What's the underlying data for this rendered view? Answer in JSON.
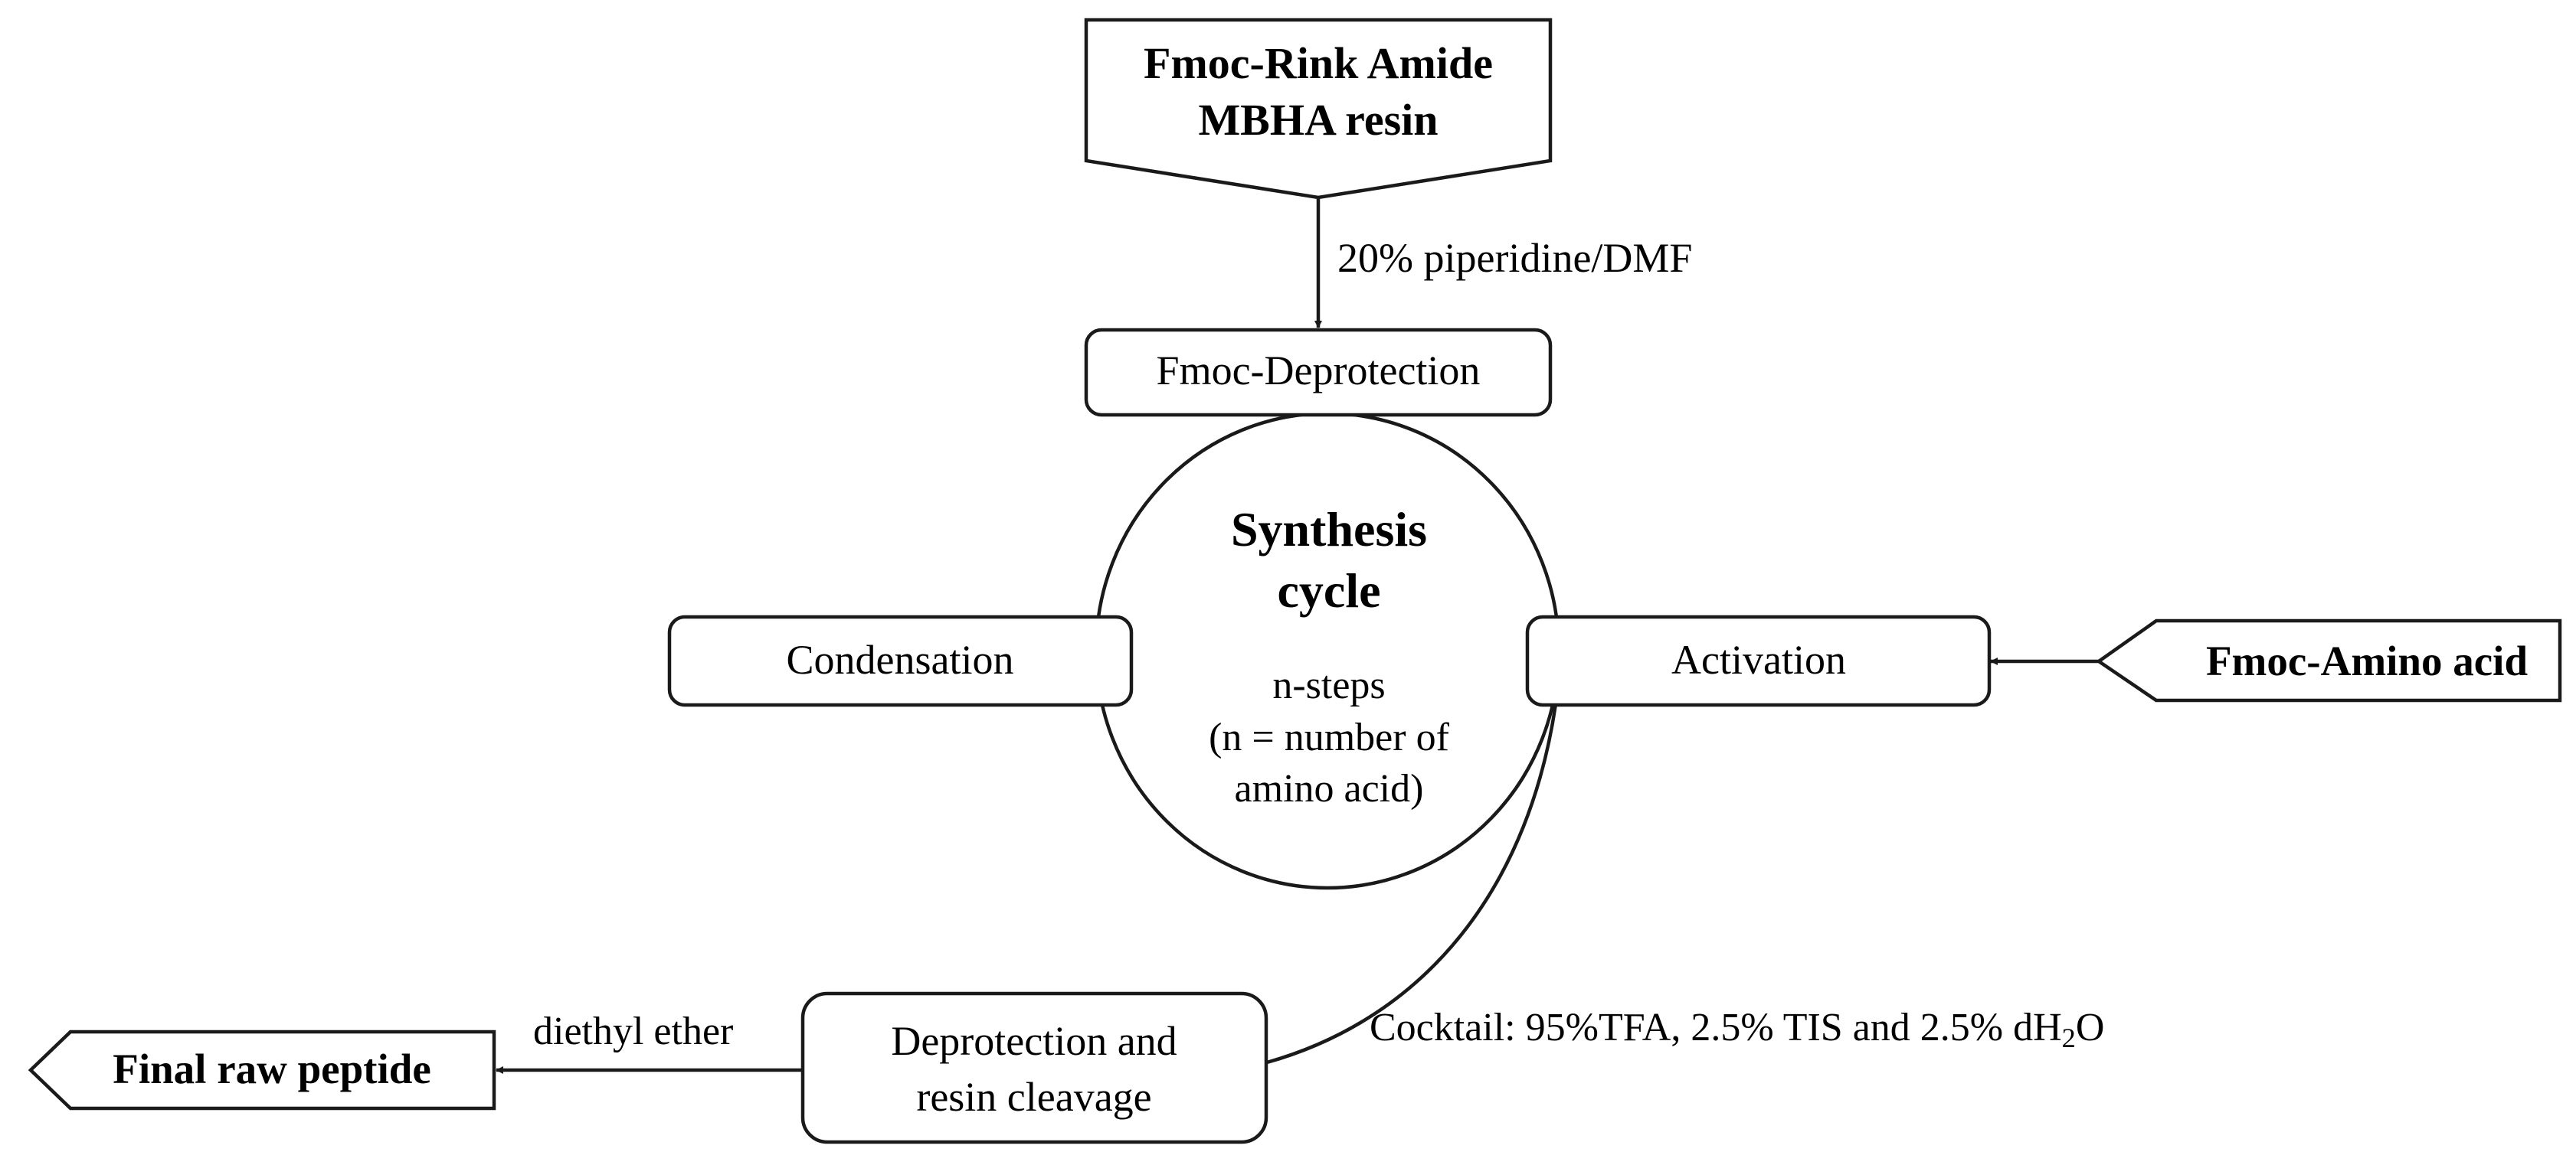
{
  "nodes": {
    "resin": {
      "line1": "Fmoc-Rink Amide",
      "line2": "MBHA resin"
    },
    "deprotection": {
      "label": "Fmoc-Deprotection"
    },
    "cycle": {
      "title1": "Synthesis",
      "title2": "cycle",
      "sub1": "n-steps",
      "sub2": "(n = number of",
      "sub3": "amino acid)"
    },
    "condensation": {
      "label": "Condensation"
    },
    "activation": {
      "label": "Activation"
    },
    "amino_acid": {
      "label": "Fmoc-Amino acid"
    },
    "cleavage": {
      "line1": "Deprotection and",
      "line2": "resin cleavage"
    },
    "final": {
      "label": "Final raw peptide"
    }
  },
  "edges": {
    "piperidine": {
      "label": "20% piperidine/DMF"
    },
    "cocktail": {
      "label": "Cocktail: 95%TFA, 2.5% TIS and 2.5% dH",
      "subscript": "2",
      "suffix": "O"
    },
    "ether": {
      "label": "diethyl ether"
    }
  },
  "colors": {
    "stroke": "#1a1a1a",
    "text": "#000000",
    "background": "#ffffff"
  }
}
